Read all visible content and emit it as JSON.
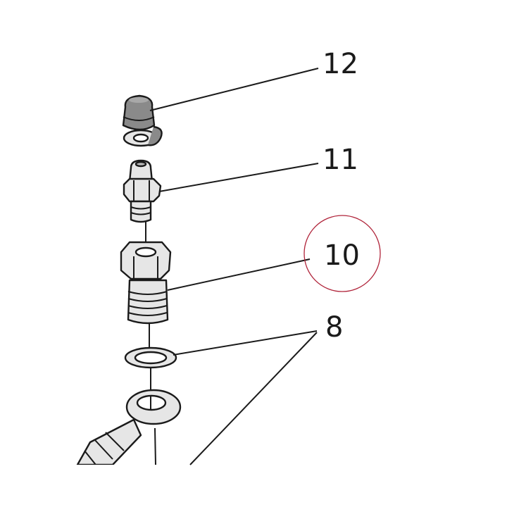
{
  "diagram": {
    "callouts": {
      "part_12": "12",
      "part_11": "11",
      "part_10": "10",
      "part_8": "8"
    },
    "highlight_color": "#b0243a",
    "line_color": "#1a1a1a",
    "cap_fill": "#8a8a8a",
    "part_fill": "#e6e6e6",
    "icons": [
      "dust-cap",
      "bleed-nipple",
      "banjo-bolt",
      "sealing-washer",
      "banjo-fitting",
      "brake-hose"
    ]
  }
}
